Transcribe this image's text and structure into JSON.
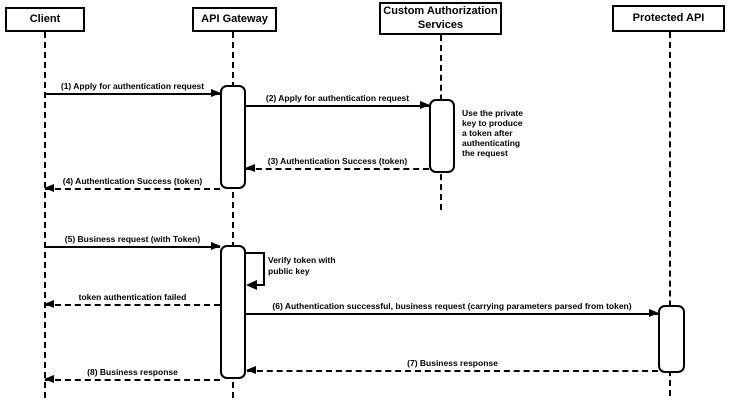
{
  "diagram": {
    "type": "sequence-diagram",
    "colors": {
      "stroke": "#000000",
      "fill": "#ffffff",
      "text": "#000000"
    },
    "actors": [
      {
        "id": "client",
        "label": "Client"
      },
      {
        "id": "api-gateway",
        "label": "API Gateway"
      },
      {
        "id": "custom-authorization-services",
        "label": "Custom Authorization Services"
      },
      {
        "id": "protected-api",
        "label": "Protected API"
      }
    ],
    "messages": [
      {
        "label": "(1) Apply for authentication request",
        "style": "solid",
        "from": "Client",
        "to": "API Gateway"
      },
      {
        "label": "(2) Apply for authentication request",
        "style": "solid",
        "from": "API Gateway",
        "to": "Custom Authorization Services"
      },
      {
        "label": "(3) Authentication Success (token)",
        "style": "dashed",
        "from": "Custom Authorization Services",
        "to": "API Gateway"
      },
      {
        "label": "(4) Authentication Success (token)",
        "style": "dashed",
        "from": "API Gateway",
        "to": "Client"
      },
      {
        "label": "(5) Business request (with Token)",
        "style": "solid",
        "from": "Client",
        "to": "API Gateway"
      },
      {
        "label": "Verify token with public key",
        "style": "self",
        "from": "API Gateway",
        "to": "API Gateway"
      },
      {
        "label": "token authentication failed",
        "style": "dashed",
        "from": "API Gateway",
        "to": "Client"
      },
      {
        "label": "(6) Authentication successful, business request (carrying parameters parsed from token)",
        "style": "solid",
        "from": "API Gateway",
        "to": "Protected API"
      },
      {
        "label": "(7) Business response",
        "style": "dashed",
        "from": "Protected API",
        "to": "API Gateway"
      },
      {
        "label": "(8) Business response",
        "style": "dashed",
        "from": "API Gateway",
        "to": "Client"
      }
    ],
    "notes": [
      {
        "text": "Use the private key to produce a token after authenticating the request",
        "attached_to": "Custom Authorization Services"
      }
    ]
  }
}
